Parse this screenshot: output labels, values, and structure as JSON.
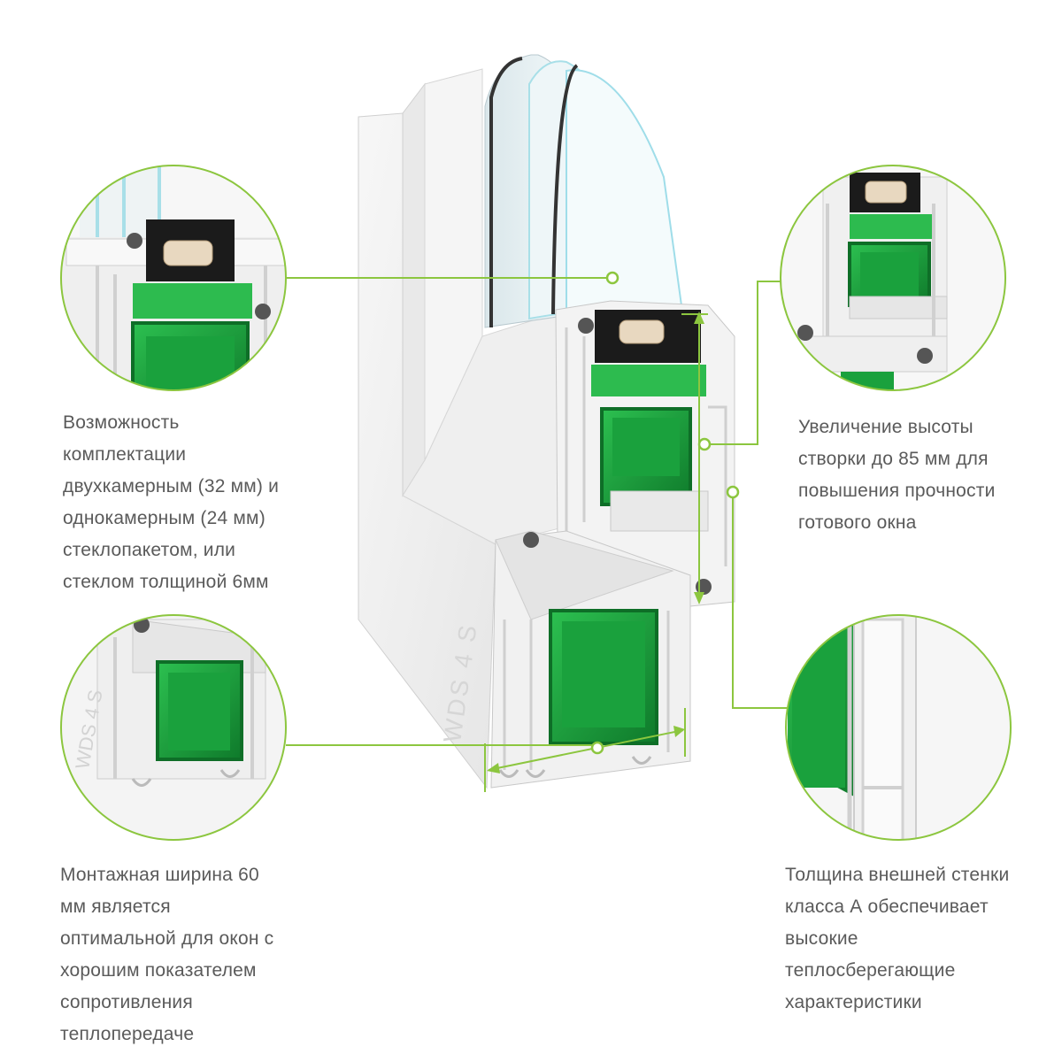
{
  "colors": {
    "accent_green": "#8cc63f",
    "reinforcement_green": "#1ea83c",
    "profile_white": "#f2f2f2",
    "text_gray": "#5a5a5a"
  },
  "profile_marking": "WDS 4 S",
  "callouts": {
    "glazing": {
      "lines": [
        "Возможность",
        "комплектации",
        "двухкамерным (32 мм) и",
        "однокамерным (24 мм)",
        "стеклопакетом, или",
        "стеклом толщиной 6мм"
      ]
    },
    "sash_height": {
      "lines": [
        "Увеличение высоты",
        "створки до 85 мм для",
        "повышения прочности",
        "готового окна"
      ]
    },
    "mount_width": {
      "lines": [
        "Монтажная ширина 60",
        "мм является",
        "оптимальной для окон с",
        "хорошим показателем",
        "сопротивления",
        "теплопередаче"
      ]
    },
    "outer_wall": {
      "lines": [
        "Толщина внешней стенки",
        "класса А обеспечивает",
        "высокие",
        "теплосберегающие",
        "характеристики"
      ]
    }
  }
}
